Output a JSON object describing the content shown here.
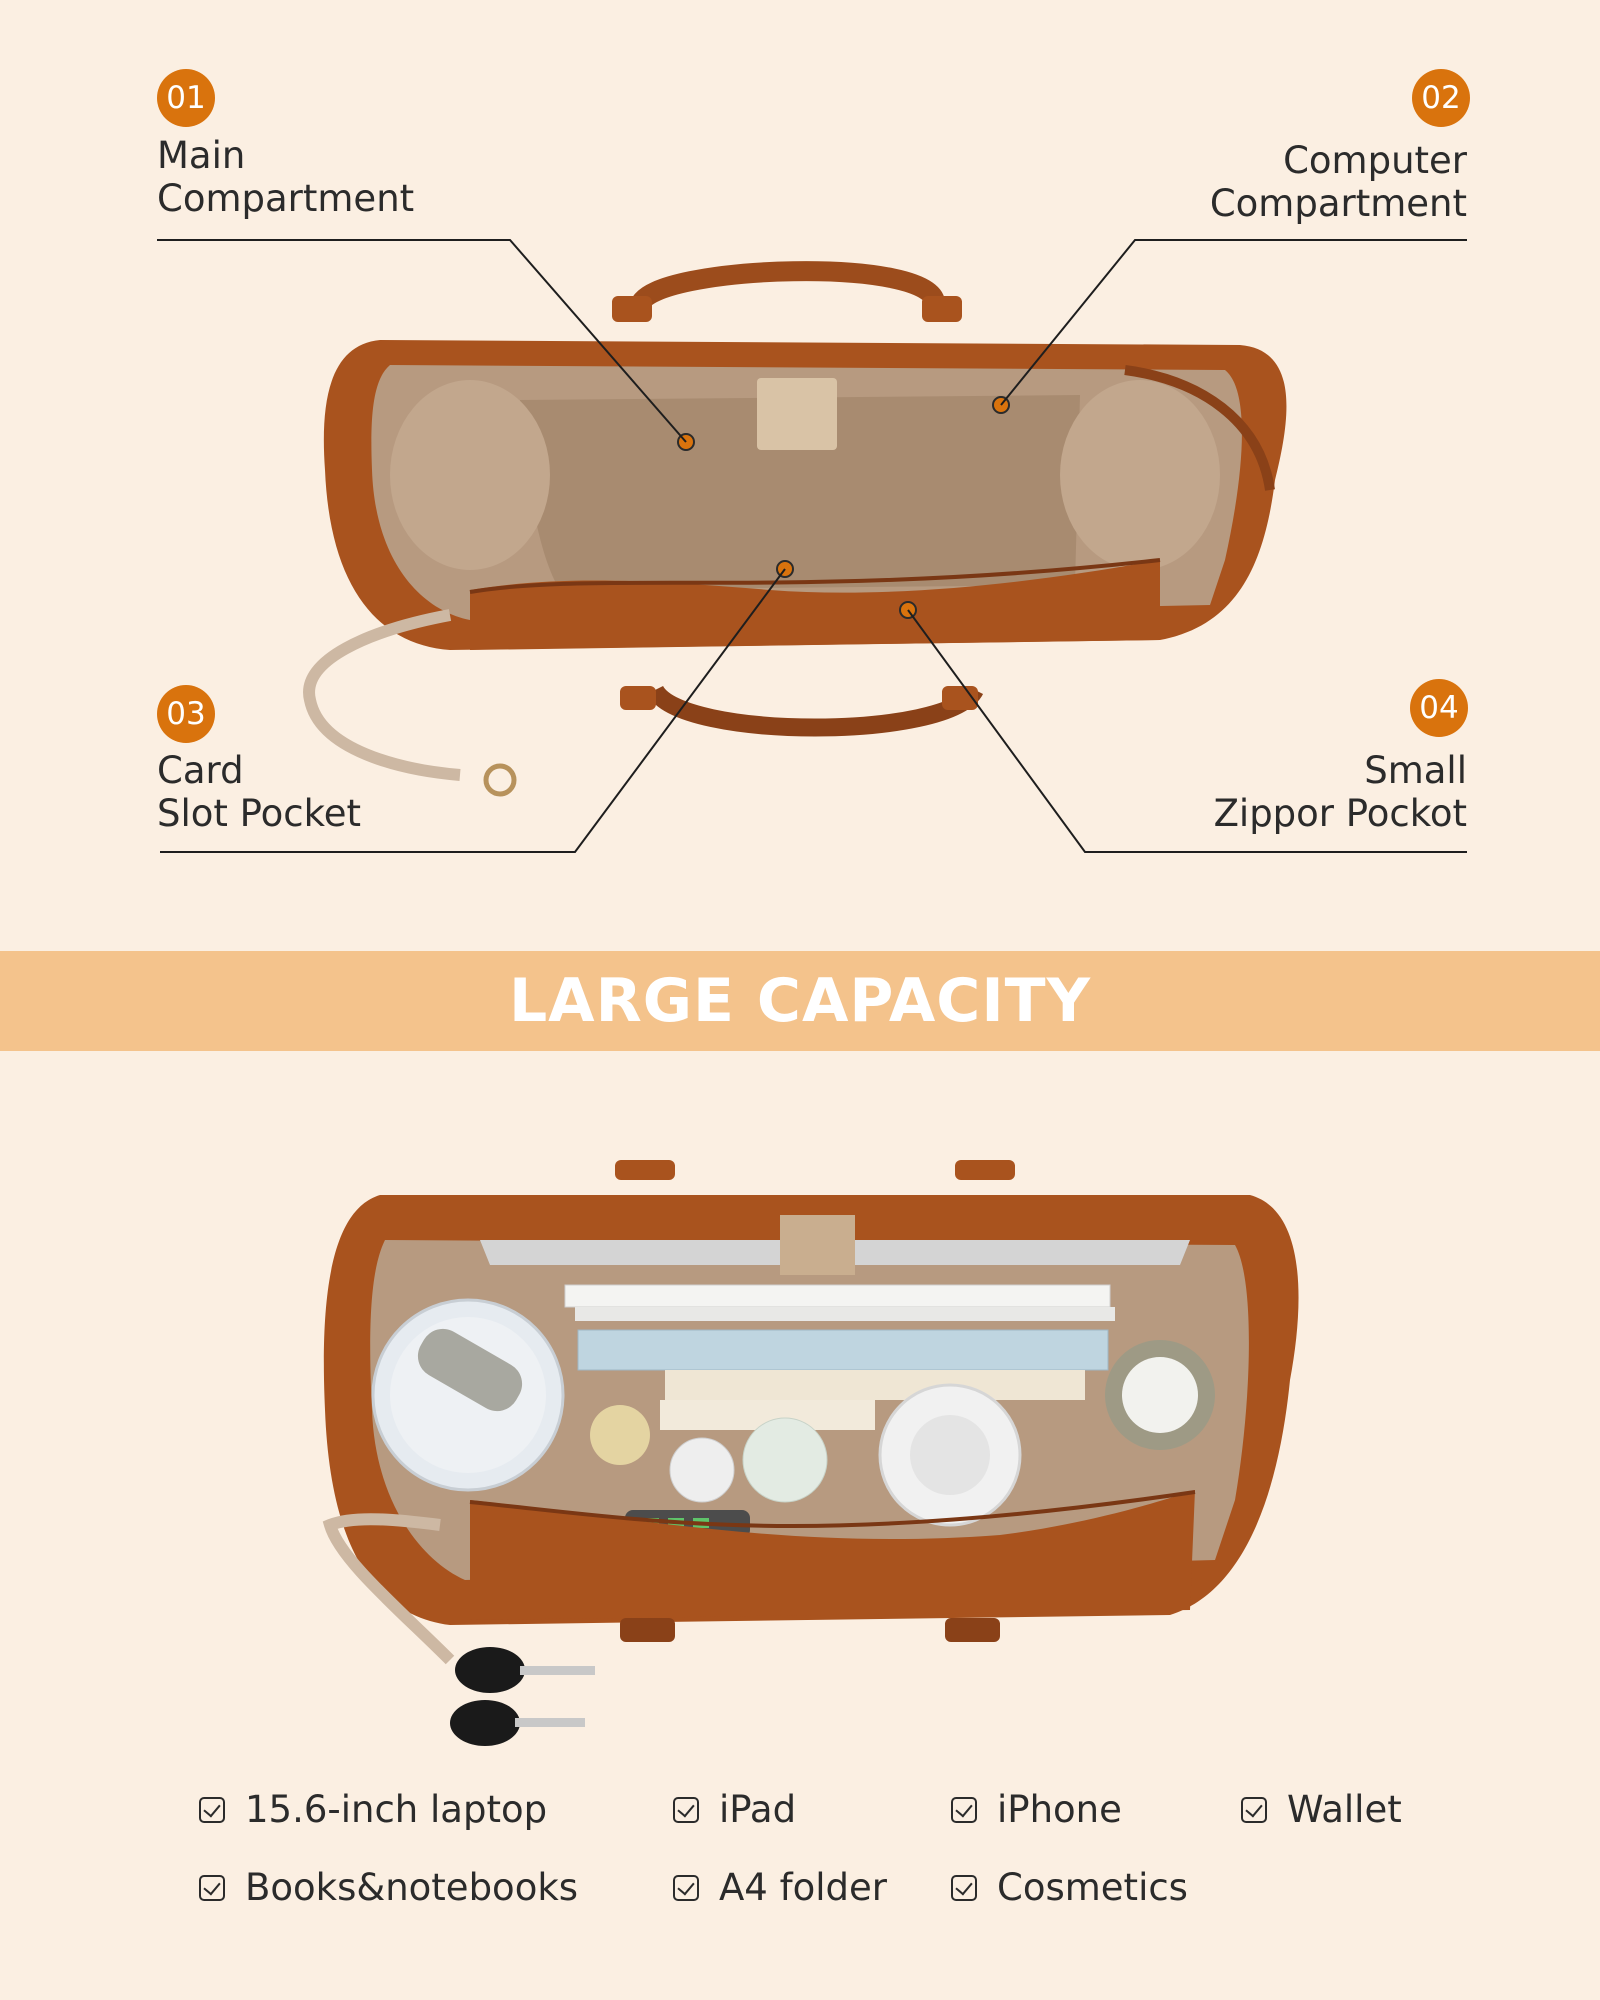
{
  "callouts": [
    {
      "number": "01",
      "line1": "Main",
      "line2": "Compartment"
    },
    {
      "number": "02",
      "line1": "Computer",
      "line2": "Compartment"
    },
    {
      "number": "03",
      "line1": "Card",
      "line2": "Slot Pocket"
    },
    {
      "number": "04",
      "line1": "Small",
      "line2": "Zippor Pockot"
    }
  ],
  "banner": {
    "title": "LARGE CAPACITY"
  },
  "capacity_items": [
    "15.6-inch laptop",
    "iPad",
    "iPhone",
    "Wallet",
    "Books&notebooks",
    "A4 folder",
    "Cosmetics"
  ],
  "colors": {
    "background": "#FBEFE2",
    "accent_orange": "#D9730D",
    "banner": "#F4C38C",
    "leather": "#A9531E",
    "lining": "#B79A80"
  }
}
